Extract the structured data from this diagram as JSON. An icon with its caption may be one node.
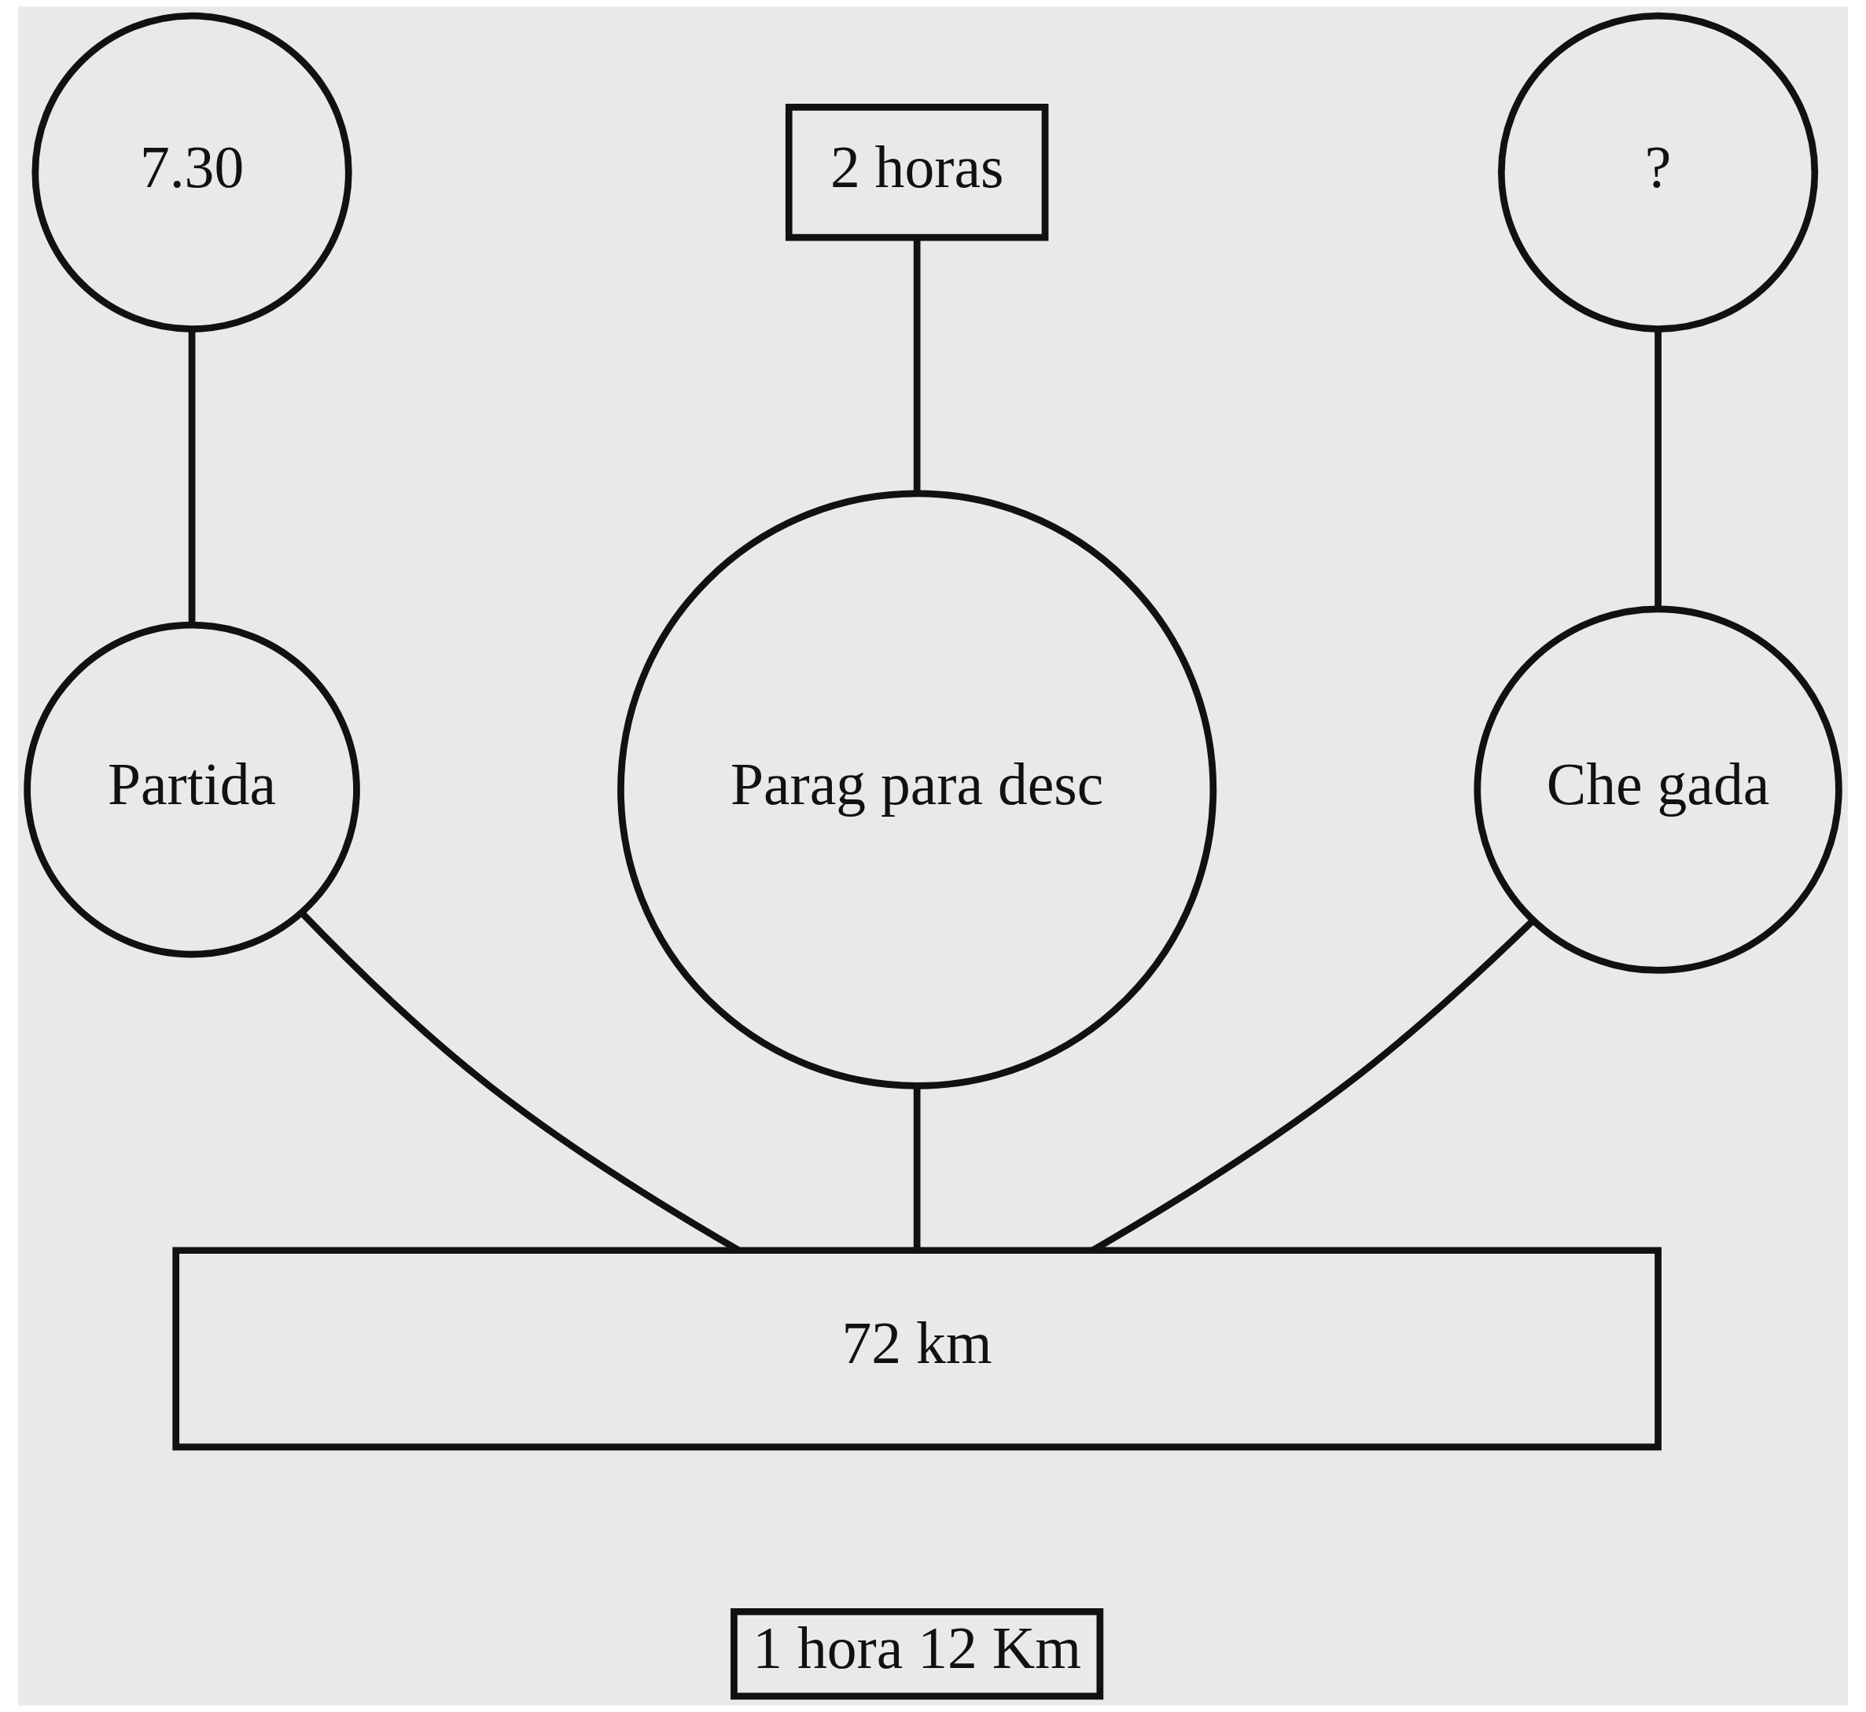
{
  "diagram": {
    "nodes": [
      {
        "text": [
          "7.30"
        ]
      },
      {
        "text": [
          "2 horas"
        ]
      },
      {
        "text": [
          "?"
        ]
      },
      {
        "text": [
          "Partida"
        ]
      },
      {
        "text": [
          "Parag para desc"
        ]
      },
      {
        "text": [
          "Che gada"
        ]
      },
      {
        "text": [
          "72 km"
        ]
      },
      {
        "text": [
          "1 hora 12 Km"
        ]
      }
    ],
    "edges": [
      {
        "from": 0,
        "to": 3,
        "arrow": "none"
      },
      {
        "from": 1,
        "to": 4,
        "arrow": "none"
      },
      {
        "from": 2,
        "to": 5,
        "arrow": "none"
      },
      {
        "from": 3,
        "to": 6,
        "arrow": "none"
      },
      {
        "from": 4,
        "to": 6,
        "arrow": "none"
      },
      {
        "from": 5,
        "to": 6,
        "arrow": "none"
      }
    ]
  }
}
